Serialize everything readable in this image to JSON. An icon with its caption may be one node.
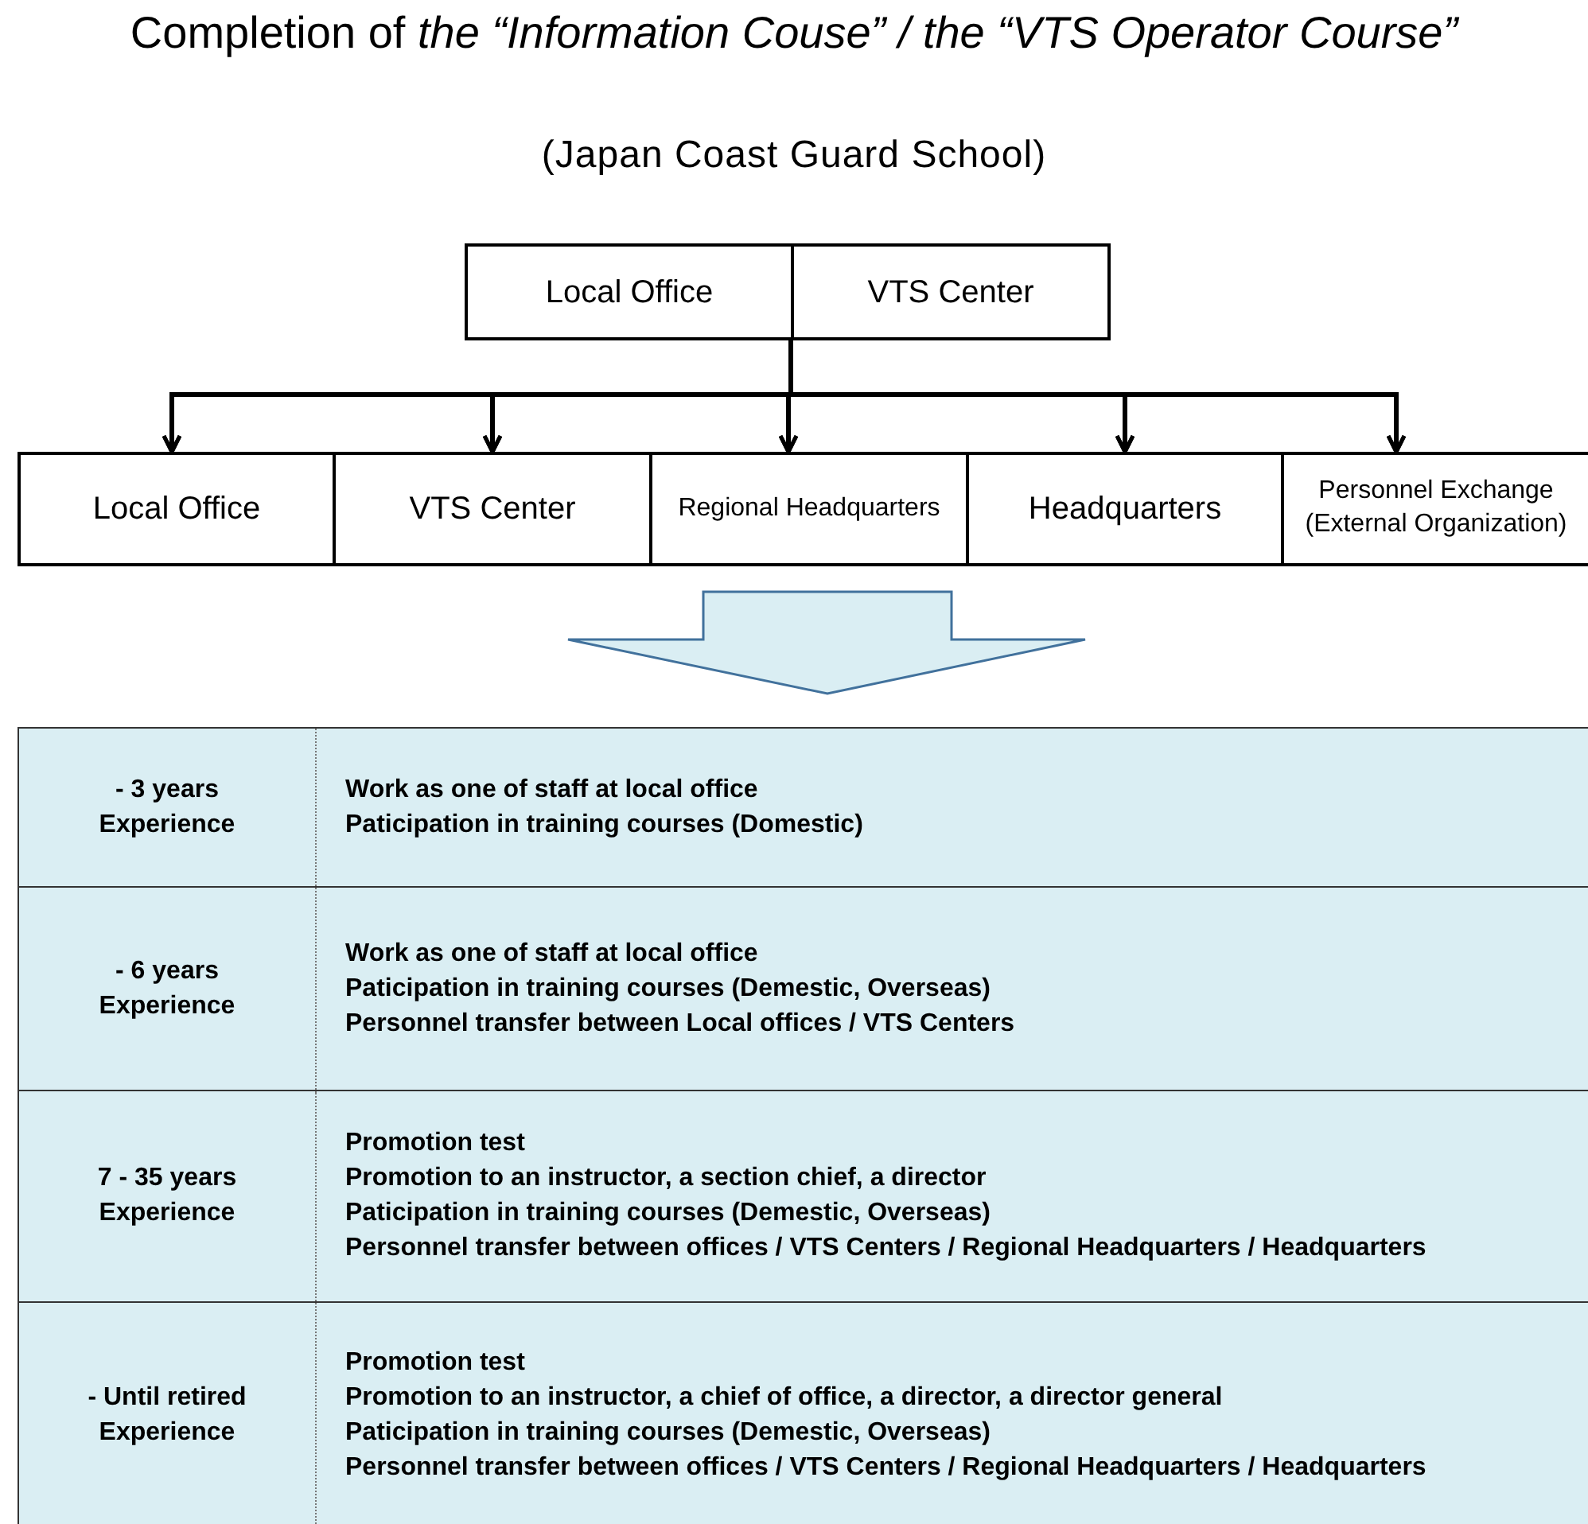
{
  "diagram": {
    "title": "Completion of *the “Information Couse” / the “VTS Operator Course”*",
    "nodes": [
      {
        "text": [
          "Local Office"
        ]
      },
      {
        "text": [
          "VTS Center"
        ]
      },
      {
        "text": [
          "Local Office"
        ]
      },
      {
        "text": [
          "VTS Center"
        ]
      },
      {
        "text": [
          "Regional Headquarters"
        ]
      },
      {
        "text": [
          "Headquarters"
        ]
      },
      {
        "text": [
          "Personnel Exchange (External Organization)"
        ]
      }
    ],
    "edges": [
      {
        "from": 0,
        "to": 2,
        "arrow": "to"
      },
      {
        "from": 0,
        "to": 3,
        "arrow": "to"
      },
      {
        "from": 0,
        "to": 4,
        "arrow": "to"
      },
      {
        "from": 0,
        "to": 5,
        "arrow": "to"
      },
      {
        "from": 0,
        "to": 6,
        "arrow": "to"
      },
      {
        "from": 1,
        "to": 2,
        "arrow": "to"
      },
      {
        "from": 1,
        "to": 3,
        "arrow": "to"
      },
      {
        "from": 1,
        "to": 4,
        "arrow": "to"
      },
      {
        "from": 1,
        "to": 5,
        "arrow": "to"
      },
      {
        "from": 1,
        "to": 6,
        "arrow": "to"
      }
    ],
    "labels": [
      "(Japan Coast Guard School)",
      "- 3 years Experience",
      "Work as one of staff at local office",
      "Paticipation in training courses (Domestic)",
      "- 6 years Experience",
      "Work as one of staff at local office",
      "Paticipation in training courses (Demestic, Overseas)",
      "Personnel transfer between Local offices / VTS Centers",
      "7 - 35 years Experience",
      "Promotion test",
      "Promotion to an instructor, a section chief, a director",
      "Paticipation in training courses (Demestic, Overseas)",
      "Personnel transfer between offices / VTS Centers / Regional Headquarters / Headquarters",
      "- Until retired Experience",
      "Promotion test",
      "Promotion to an instructor, a chief of office, a director, a director general",
      "Paticipation in training courses (Demestic, Overseas)",
      "Personnel transfer between offices / VTS Centers / Regional Headquarters / Headquarters"
    ]
  }
}
